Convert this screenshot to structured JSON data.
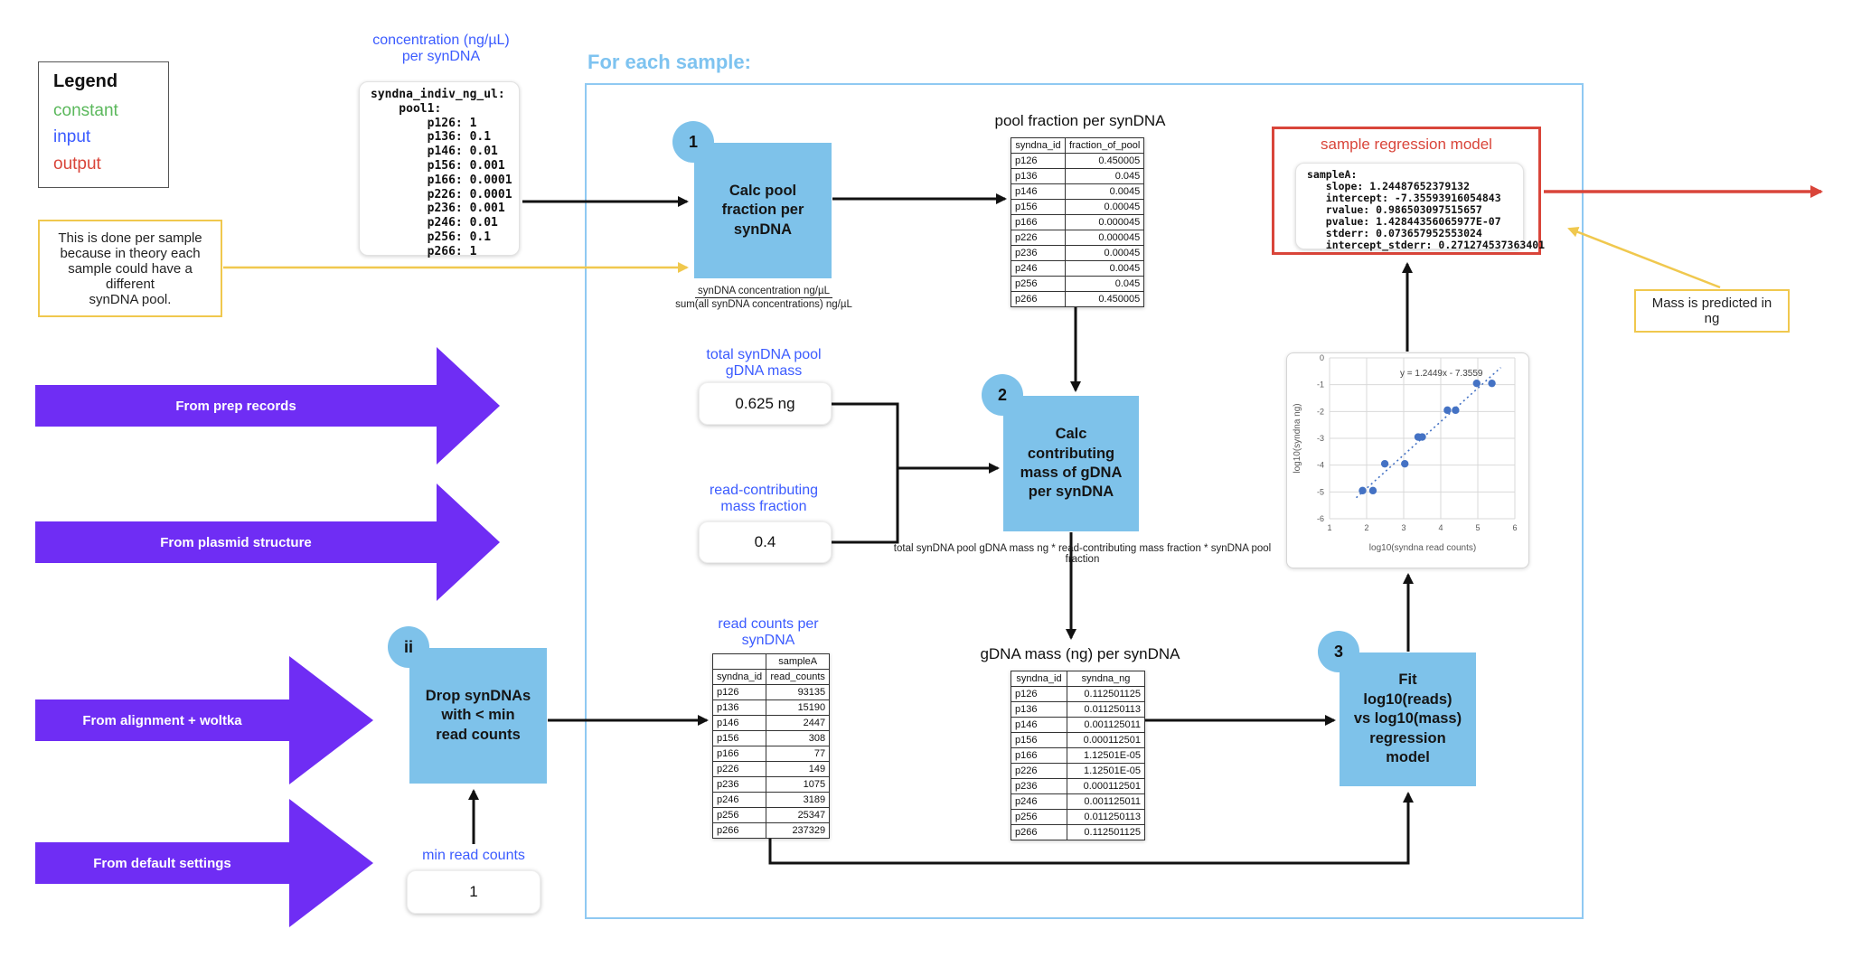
{
  "legend": {
    "title": "Legend",
    "items": [
      {
        "label": "constant",
        "color": "#5BB85C"
      },
      {
        "label": "input",
        "color": "#3B5BFF"
      },
      {
        "label": "output",
        "color": "#D9453A"
      }
    ]
  },
  "notes": {
    "per_sample": "This is done per sample\nbecause in theory each\nsample could have a different\nsynDNA pool.",
    "mass_predicted": "Mass is predicted in ng"
  },
  "container_title": "For each sample:",
  "concentration": {
    "title": "concentration (ng/µL)\nper synDNA",
    "code_lines": [
      "syndna_indiv_ng_ul:",
      "    pool1:",
      "        p126: 1",
      "        p136: 0.1",
      "        p146: 0.01",
      "        p156: 0.001",
      "        p166: 0.0001",
      "        p226: 0.0001",
      "        p236: 0.001",
      "        p246: 0.01",
      "        p256: 0.1",
      "        p266: 1"
    ]
  },
  "steps": {
    "step1": {
      "badge": "1",
      "label": "Calc pool\nfraction per\nsynDNA",
      "formula_numerator": "synDNA concentration ng/µL",
      "formula_denominator": "sum(all synDNA concentrations) ng/µL"
    },
    "step2": {
      "badge": "2",
      "label": "Calc\ncontributing\nmass of gDNA\nper synDNA",
      "formula": "total synDNA pool gDNA mass ng * read-contributing mass fraction * synDNA pool fraction"
    },
    "step3": {
      "badge": "3",
      "label": "Fit\nlog10(reads)\nvs log10(mass)\nregression\nmodel"
    },
    "step_ii": {
      "badge": "ii",
      "label": "Drop synDNAs\nwith < min\nread counts"
    }
  },
  "input_arrows": {
    "prep_records": "From prep records",
    "plasmid_structure": "From plasmid structure",
    "alignment_woltka": "From alignment + woltka",
    "default_settings": "From default settings"
  },
  "values": {
    "total_mass": {
      "label": "total synDNA pool\ngDNA mass",
      "value": "0.625 ng"
    },
    "read_fraction": {
      "label": "read-contributing\nmass fraction",
      "value": "0.4"
    },
    "min_reads": {
      "label": "min read counts",
      "value": "1"
    }
  },
  "tables": {
    "pool_fraction": {
      "title": "pool fraction per synDNA",
      "headers": [
        "syndna_id",
        "fraction_of_pool"
      ],
      "rows": [
        [
          "p126",
          "0.450005"
        ],
        [
          "p136",
          "0.045"
        ],
        [
          "p146",
          "0.0045"
        ],
        [
          "p156",
          "0.00045"
        ],
        [
          "p166",
          "0.000045"
        ],
        [
          "p226",
          "0.000045"
        ],
        [
          "p236",
          "0.00045"
        ],
        [
          "p246",
          "0.0045"
        ],
        [
          "p256",
          "0.045"
        ],
        [
          "p266",
          "0.450005"
        ]
      ]
    },
    "read_counts": {
      "title": "read counts per\nsynDNA",
      "supheader": [
        "",
        "sampleA"
      ],
      "headers": [
        "syndna_id",
        "read_counts"
      ],
      "rows": [
        [
          "p126",
          "93135"
        ],
        [
          "p136",
          "15190"
        ],
        [
          "p146",
          "2447"
        ],
        [
          "p156",
          "308"
        ],
        [
          "p166",
          "77"
        ],
        [
          "p226",
          "149"
        ],
        [
          "p236",
          "1075"
        ],
        [
          "p246",
          "3189"
        ],
        [
          "p256",
          "25347"
        ],
        [
          "p266",
          "237329"
        ]
      ]
    },
    "gdna_mass": {
      "title": "gDNA mass (ng) per synDNA",
      "headers": [
        "syndna_id",
        "syndna_ng"
      ],
      "rows": [
        [
          "p126",
          "0.112501125"
        ],
        [
          "p136",
          "0.011250113"
        ],
        [
          "p146",
          "0.001125011"
        ],
        [
          "p156",
          "0.000112501"
        ],
        [
          "p166",
          "1.12501E-05"
        ],
        [
          "p226",
          "1.12501E-05"
        ],
        [
          "p236",
          "0.000112501"
        ],
        [
          "p246",
          "0.001125011"
        ],
        [
          "p256",
          "0.011250113"
        ],
        [
          "p266",
          "0.112501125"
        ]
      ]
    }
  },
  "regression": {
    "title": "sample regression model",
    "code_lines": [
      "sampleA:",
      "   slope: 1.24487652379132",
      "   intercept: -7.35593916054843",
      "   rvalue: 0.986503097515657",
      "   pvalue: 1.42844356065977E-07",
      "   stderr: 0.073657952553024",
      "   intercept_stderr: 0.271274537363401"
    ]
  },
  "chart_data": {
    "type": "scatter",
    "title": "",
    "xlabel": "log10(syndna read counts)",
    "ylabel": "log10(syndna ng)",
    "xlim": [
      1,
      6
    ],
    "ylim": [
      -6,
      0
    ],
    "x_ticks": [
      1,
      2,
      3,
      4,
      5,
      6
    ],
    "y_ticks": [
      0,
      -1,
      -2,
      -3,
      -4,
      -5,
      -6
    ],
    "equation": "y = 1.2449x - 7.3559",
    "grid": true,
    "legend_position": "none",
    "point_color": "#4472C4",
    "points": [
      [
        1.89,
        -4.95
      ],
      [
        2.17,
        -4.95
      ],
      [
        2.49,
        -3.95
      ],
      [
        3.03,
        -3.95
      ],
      [
        3.39,
        -2.95
      ],
      [
        3.5,
        -2.95
      ],
      [
        4.18,
        -1.95
      ],
      [
        4.4,
        -1.95
      ],
      [
        4.97,
        -0.95
      ],
      [
        5.38,
        -0.95
      ]
    ],
    "trendline": {
      "slope": 1.2449,
      "intercept": -7.3559,
      "x_start": 1.72,
      "x_end": 5.62
    }
  },
  "colors": {
    "process_blue": "#7EC2EA",
    "input_blue": "#3B5BFF",
    "constant_green": "#5BB85C",
    "output_red": "#D9453A",
    "arrow_purple": "#6F2DF4",
    "container_blue": "#8FC9F2",
    "note_yellow": "#F0C84E"
  }
}
